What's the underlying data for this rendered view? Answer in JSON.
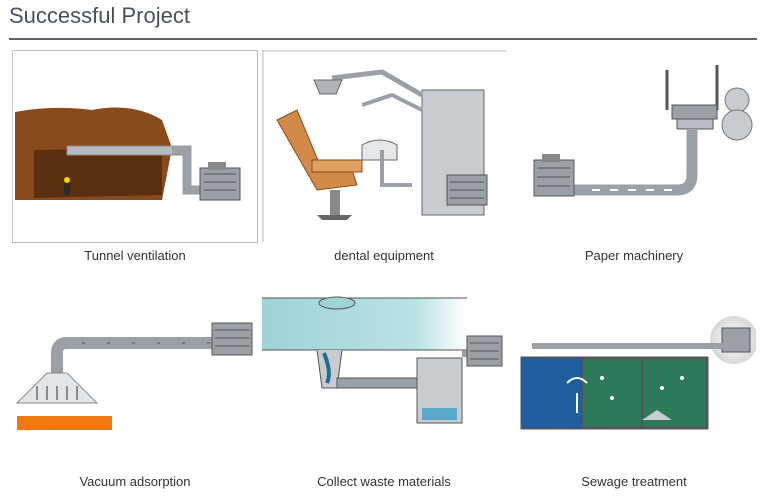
{
  "page": {
    "title": "Successful Project"
  },
  "projects": [
    {
      "caption": "Tunnel ventilation"
    },
    {
      "caption": "dental equipment"
    },
    {
      "caption": "Paper machinery"
    },
    {
      "caption": "Vacuum adsorption"
    },
    {
      "caption": "Collect waste materials"
    },
    {
      "caption": "Sewage treatment"
    }
  ],
  "colors": {
    "title": "#4a5060",
    "rule": "#5c6272",
    "soil": "#8a4b1c",
    "pipe": "#b8bcc2",
    "water_light": "#9fd3d6",
    "water_dark": "#1f6f8f",
    "pad": "#f07a12"
  }
}
